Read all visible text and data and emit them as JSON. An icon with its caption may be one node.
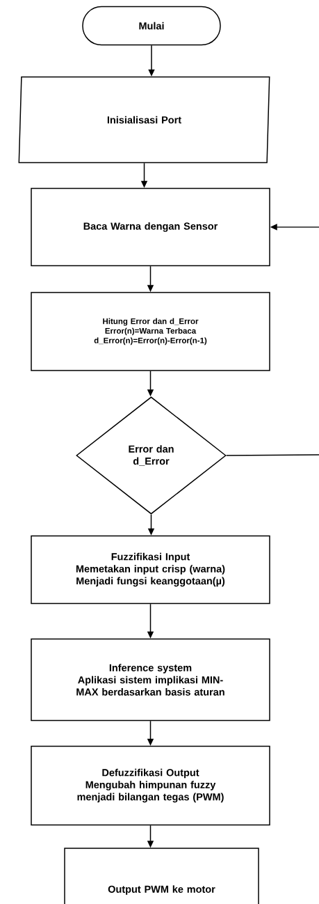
{
  "diagram": {
    "nodes": [
      {
        "text": [
          "Mulai"
        ]
      },
      {
        "text": [
          "Inisialisasi Port"
        ]
      },
      {
        "text": [
          "Baca Warna dengan Sensor"
        ]
      },
      {
        "text": [
          "Hitung Error dan d_Error",
          "Error(n)=Warna Terbaca",
          "d_Error(n)=Error(n)-Error(n-1)"
        ]
      },
      {
        "text": [
          "Error dan d_Error"
        ]
      },
      {
        "text": [
          "Fuzzifikasi Input",
          "Memetakan input crisp (warna)",
          "Menjadi fungsi keanggotaan(µ)"
        ]
      },
      {
        "text": [
          "Inference system",
          "Aplikasi sistem implikasi MIN-MAX berdasarkan basis aturan"
        ]
      },
      {
        "text": [
          "Defuzzifikasi Output",
          "Mengubah himpunan fuzzy menjadi bilangan tegas (PWM)"
        ]
      },
      {
        "text": [
          "Output PWM ke motor"
        ]
      }
    ],
    "edges": [
      {
        "from": 0,
        "to": 1,
        "arrow": "to"
      },
      {
        "from": 1,
        "to": 2,
        "arrow": "to"
      },
      {
        "from": 2,
        "to": 3,
        "arrow": "to"
      },
      {
        "from": 3,
        "to": 4,
        "arrow": "to"
      },
      {
        "from": 4,
        "to": 5,
        "arrow": "to"
      },
      {
        "from": 5,
        "to": 6,
        "arrow": "to"
      },
      {
        "from": 6,
        "to": 7,
        "arrow": "to"
      },
      {
        "from": 7,
        "to": 8,
        "arrow": "to"
      },
      {
        "from": null,
        "to": 2,
        "arrow": "to"
      },
      {
        "from": 4,
        "to": null,
        "arrow": "none"
      }
    ]
  }
}
